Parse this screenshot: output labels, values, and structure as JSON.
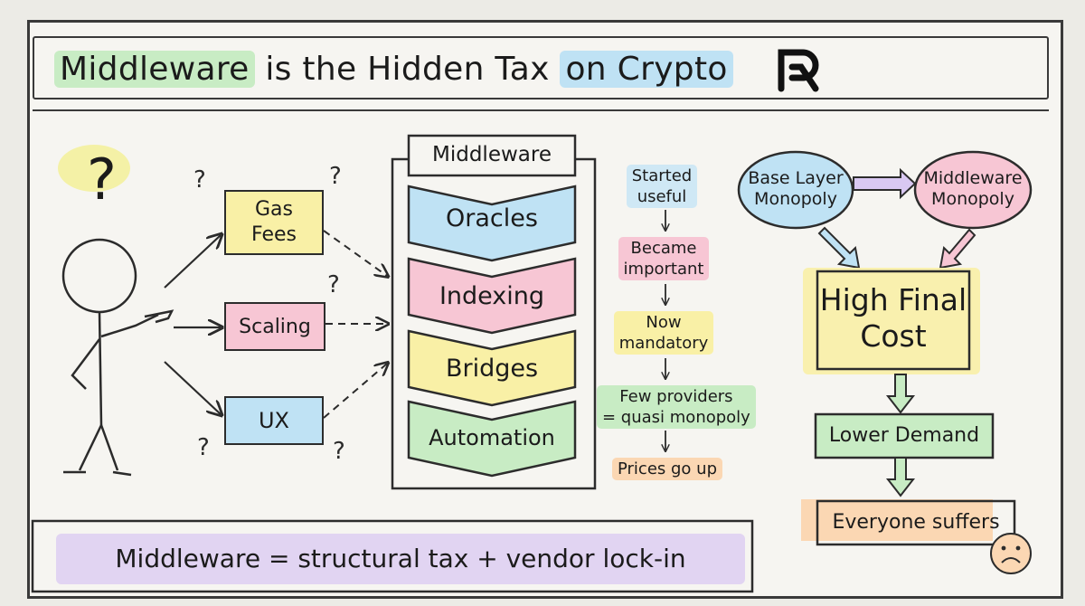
{
  "title": {
    "part1": "Middleware",
    "part2": " is the Hidden Tax ",
    "part3": "on Crypto"
  },
  "problems": [
    {
      "text": "Gas\nFees",
      "color": "#f9f0a6"
    },
    {
      "text": "Scaling",
      "color": "#f7c6d4"
    },
    {
      "text": "UX",
      "color": "#bfe2f4"
    }
  ],
  "question_mark": "?",
  "middleware_stack": {
    "header": "Middleware",
    "layers": [
      {
        "label": "Oracles",
        "color": "#bfe2f4"
      },
      {
        "label": "Indexing",
        "color": "#f7c6d4"
      },
      {
        "label": "Bridges",
        "color": "#f9f0a6"
      },
      {
        "label": "Automation",
        "color": "#c8ecc4"
      }
    ]
  },
  "timeline": [
    {
      "text": "Started\nuseful",
      "color": "#cfe8f5"
    },
    {
      "text": "Became\nimportant",
      "color": "#f7c6d4"
    },
    {
      "text": "Now\nmandatory",
      "color": "#f9f0a6"
    },
    {
      "text": "Few providers\n= quasi monopoly",
      "color": "#c8ecc4"
    },
    {
      "text": "Prices go up",
      "color": "#fbd7b3"
    }
  ],
  "flow": {
    "base": "Base Layer\nMonopoly",
    "middleware": "Middleware\nMonopoly",
    "cost": "High Final\nCost",
    "demand": "Lower Demand",
    "suffer": "Everyone suffers"
  },
  "footer": "Middleware = structural tax + vendor lock-in",
  "colors": {
    "green": "#c8ecc4",
    "blue": "#bfe2f4",
    "pink": "#f7c6d4",
    "yellow": "#f9f0a6",
    "orange": "#fbd7b3",
    "purple": "#d9c8f2"
  }
}
